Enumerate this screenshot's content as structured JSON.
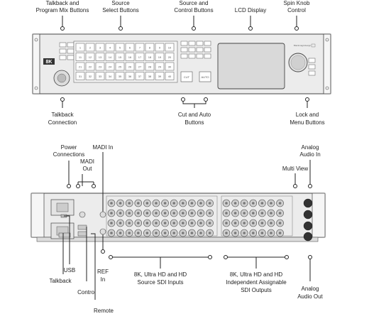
{
  "front_labels": {
    "talkback_program_mix": [
      "Talkback and",
      "Program Mix Buttons"
    ],
    "source_select": [
      "Source",
      "Select Buttons"
    ],
    "source_control": [
      "Source and",
      "Control  Buttons"
    ],
    "lcd_display": "LCD Display",
    "spin_knob": [
      "Spin Knob",
      "Control"
    ],
    "talkback_connection": [
      "Talkback",
      "Connection"
    ],
    "cut_auto": [
      "Cut and Auto",
      "Buttons"
    ],
    "lock_menu": [
      "Lock and",
      "Menu Buttons"
    ]
  },
  "rear_labels": {
    "power": [
      "Power",
      "Connections"
    ],
    "madi_in": "MADI In",
    "madi_out": [
      "MADI",
      "Out"
    ],
    "analog_audio_in": [
      "Analog",
      "Audio In"
    ],
    "multi_view": "Multi View",
    "usb": "USB",
    "talkback": "Talkback",
    "ref_in": [
      "REF",
      "In"
    ],
    "control": "Control",
    "remote": "Remote",
    "source_sdi": [
      "8K, Ultra HD and HD",
      "Source SDI Inputs"
    ],
    "outputs_sdi": [
      "8K, Ultra HD and HD",
      "Independent Assignable",
      "SDI Outputs"
    ],
    "analog_audio_out": [
      "Analog",
      "Audio Out"
    ]
  },
  "front_panel": {
    "badge": "8K",
    "brand": "Blackmagicdesign",
    "source_keys": [
      [
        "1",
        "2",
        "3",
        "4",
        "5",
        "6",
        "7",
        "8",
        "9",
        "10"
      ],
      [
        "11",
        "12",
        "13",
        "14",
        "15",
        "16",
        "17",
        "18",
        "19",
        "20"
      ],
      [
        "21",
        "22",
        "23",
        "24",
        "25",
        "26",
        "27",
        "28",
        "29",
        "30"
      ],
      [
        "31",
        "32",
        "33",
        "34",
        "35",
        "36",
        "37",
        "38",
        "39",
        "40"
      ]
    ],
    "cut_label": "CUT",
    "auto_label": "AUTO"
  },
  "colors": {
    "line": "#222222",
    "chassis": "#ececec",
    "panel_edge": "#444444",
    "lcd": "#d9d9d9",
    "badge_bg": "#333333"
  }
}
